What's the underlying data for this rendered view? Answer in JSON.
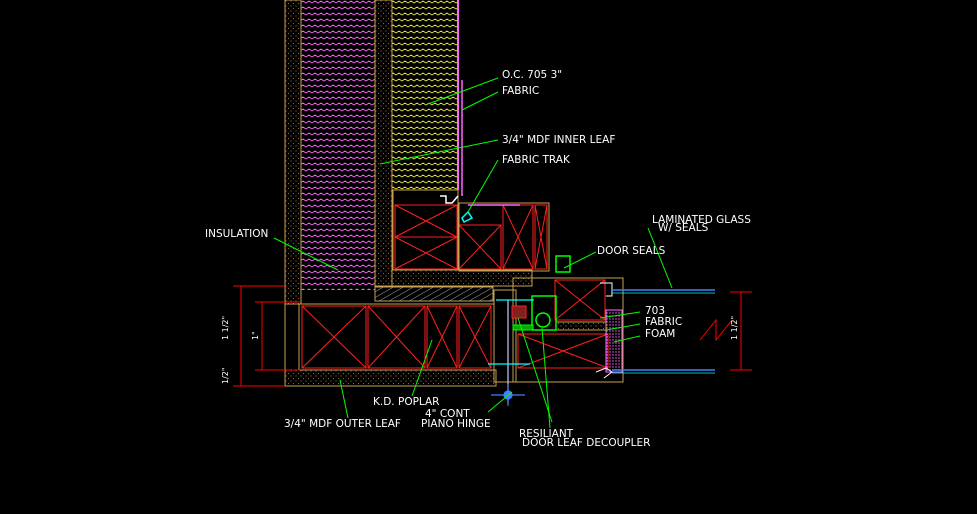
{
  "labels": {
    "oc705": "O.C. 705 3\"",
    "fabric": "FABRIC",
    "mdf_inner": "3/4\" MDF INNER LEAF",
    "fabric_trak": "FABRIC TRAK",
    "laminated_1": "LAMINATED GLASS",
    "laminated_2": "W/ SEALS",
    "door_seals": "DOOR SEALS",
    "insulation": "INSULATION",
    "f703": "703",
    "fabric2": "FABRIC",
    "foam": "FOAM",
    "kd_poplar": "K.D. POPLAR",
    "cont": "4\" CONT",
    "piano": "PIANO HINGE",
    "mdf_outer": "3/4\" MDF OUTER LEAF",
    "resiliant": "RESILIANT",
    "decoupler": "DOOR LEAF DECOUPLER"
  },
  "dims": {
    "left_outer": "1 1/2\"",
    "left_inner": "1\"",
    "left_bottom": "1/2\"",
    "right": "1 1/2\""
  },
  "colors": {
    "background": "#000000",
    "wood": "#c8a050",
    "insulation": "#ff66ff",
    "leader": "#00ff00",
    "block": "#ff2020",
    "dimension": "#ff0000",
    "glass": "#4080ff",
    "cyan": "#00ffff",
    "text": "#ffffff"
  }
}
